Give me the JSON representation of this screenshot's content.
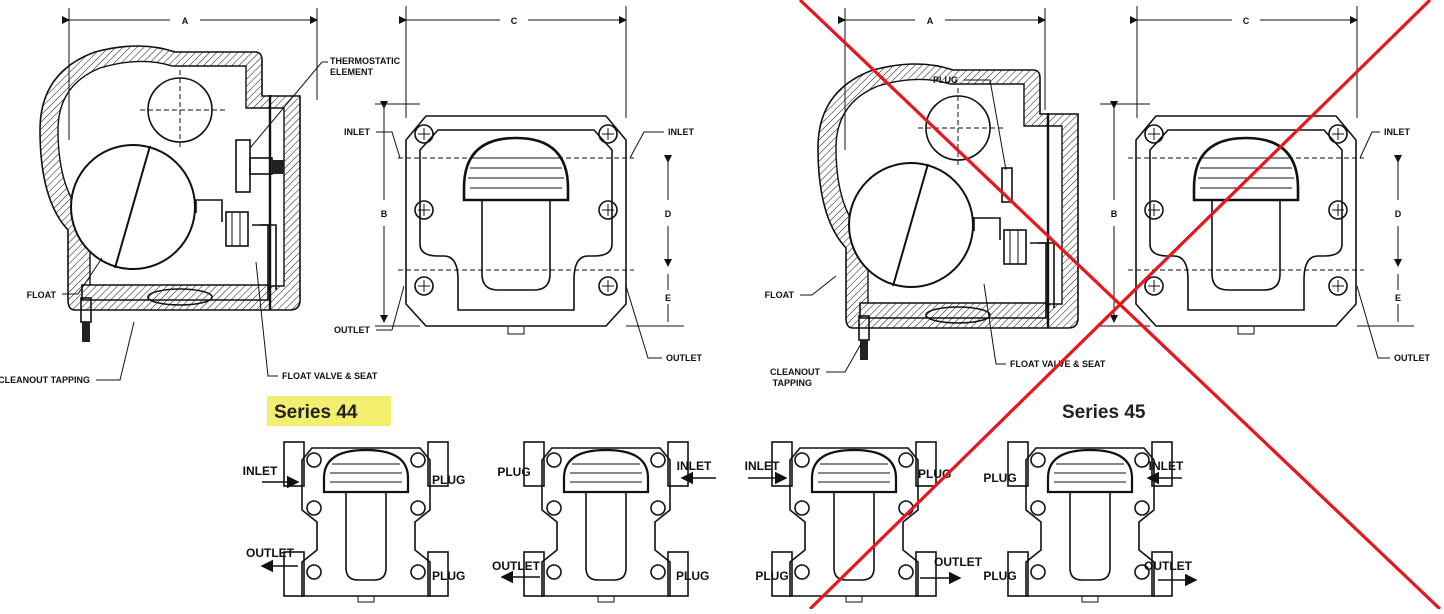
{
  "series44": {
    "title": "Series 44",
    "highlight_color": "#f3ef6e",
    "side_view": {
      "dim_a": "A",
      "thermostatic_element": [
        "THERMOSTATIC",
        "ELEMENT"
      ],
      "float": "FLOAT",
      "cleanout": "CLEANOUT TAPPING",
      "float_valve": "FLOAT VALVE & SEAT"
    },
    "front_view": {
      "dim_c": "C",
      "dim_b": "B",
      "dim_d": "D",
      "dim_e": "E",
      "inlet_left": "INLET",
      "inlet_right": "INLET",
      "outlet_left": "OUTLET",
      "outlet_right": "OUTLET"
    },
    "configs": [
      {
        "top_left": "INLET",
        "top_right": "PLUG",
        "bottom_left": "OUTLET",
        "bottom_right": "PLUG"
      },
      {
        "top_left": "PLUG",
        "top_right": "INLET",
        "bottom_left": "OUTLET",
        "bottom_right": "PLUG"
      }
    ]
  },
  "series45": {
    "title": "Series 45",
    "crossed_out": true,
    "cross_color": "#e8161f",
    "side_view": {
      "dim_a": "A",
      "plug": "PLUG",
      "float": "FLOAT",
      "cleanout": [
        "CLEANOUT",
        "TAPPING"
      ],
      "float_valve": "FLOAT VALVE & SEAT"
    },
    "front_view": {
      "dim_c": "C",
      "dim_b": "B",
      "dim_d": "D",
      "dim_e": "E",
      "inlet_right": "INLET",
      "outlet_right": "OUTLET"
    },
    "configs": [
      {
        "top_left": "INLET",
        "top_right": "PLUG",
        "bottom_left": "PLUG",
        "bottom_right": "OUTLET"
      },
      {
        "top_left": "PLUG",
        "top_right": "INLET",
        "bottom_left": "PLUG",
        "bottom_right": "OUTLET"
      }
    ]
  }
}
